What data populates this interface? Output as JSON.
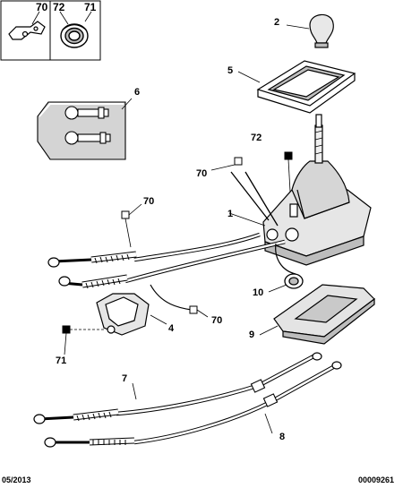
{
  "legend_box": {
    "labels": [
      "70",
      "72",
      "71"
    ]
  },
  "callouts": [
    {
      "id": "c2",
      "text": "2"
    },
    {
      "id": "c5",
      "text": "5"
    },
    {
      "id": "c6",
      "text": "6"
    },
    {
      "id": "c72",
      "text": "72"
    },
    {
      "id": "c70a",
      "text": "70"
    },
    {
      "id": "c1",
      "text": "1"
    },
    {
      "id": "c70b",
      "text": "70"
    },
    {
      "id": "c10",
      "text": "10"
    },
    {
      "id": "c70c",
      "text": "70"
    },
    {
      "id": "c4",
      "text": "4"
    },
    {
      "id": "c9",
      "text": "9"
    },
    {
      "id": "c71",
      "text": "71"
    },
    {
      "id": "c7",
      "text": "7"
    },
    {
      "id": "c8",
      "text": "8"
    }
  ],
  "footer": {
    "date": "05/2013",
    "ref": "00009261"
  },
  "colors": {
    "ink": "#000000",
    "grey": "#9a9a9a",
    "light": "#d9d9d9",
    "marker_fill": "#000000",
    "marker_open": "#ffffff"
  }
}
